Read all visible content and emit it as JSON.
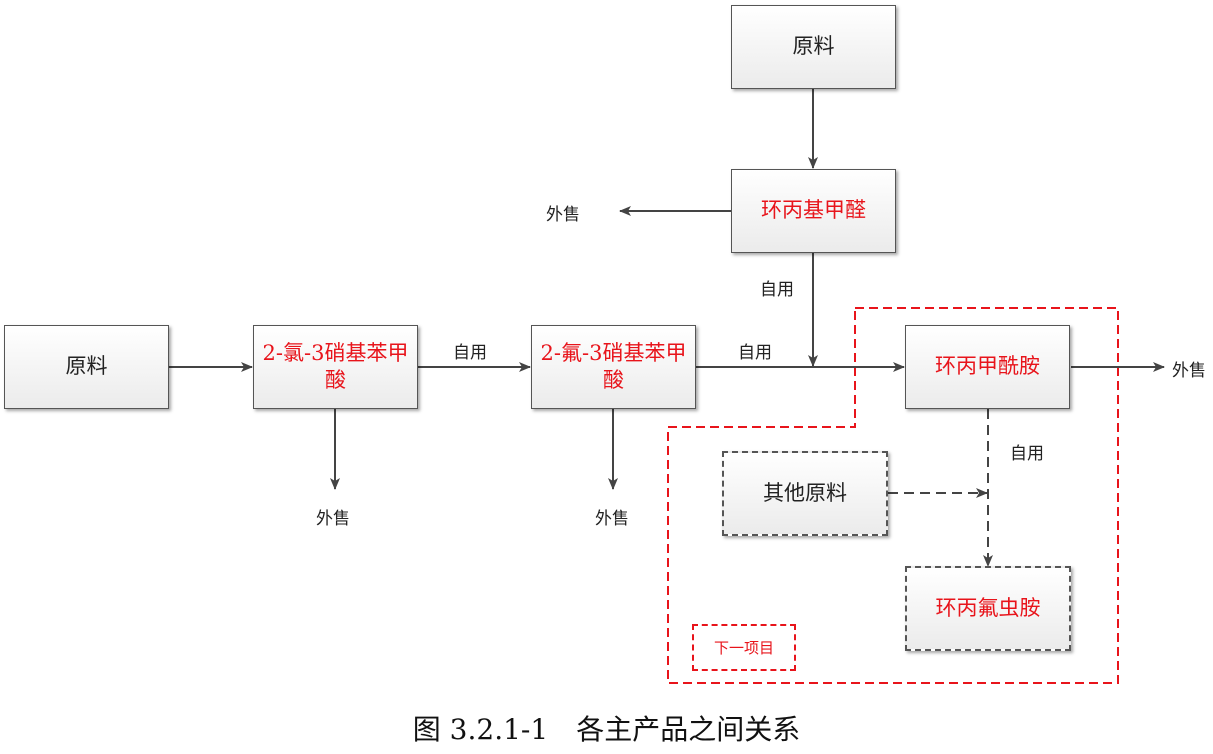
{
  "nodes": {
    "raw_top": "原料",
    "cyclopropyl_aldehyde": "环丙基甲醛",
    "raw_left": "原料",
    "chloro_nitro_benzoic": "2-氯-3硝基苯甲酸",
    "fluoro_nitro_benzoic": "2-氟-3硝基苯甲酸",
    "cyclopropyl_amide": "环丙甲酰胺",
    "other_raw": "其他原料",
    "flufenzine": "环丙氟虫胺"
  },
  "labels": {
    "sell_aldehyde": "外售",
    "self_use_aldehyde": "自用",
    "self_use_chloro": "自用",
    "self_use_fluoro": "自用",
    "sell_amide": "外售",
    "self_use_amide": "自用",
    "sell_chloro": "外售",
    "sell_fluoro": "外售"
  },
  "next_project": "下一项目",
  "caption": "图 3.2.1-1　各主产品之间关系",
  "colors": {
    "highlight": "#e8141b",
    "line": "#444444"
  }
}
